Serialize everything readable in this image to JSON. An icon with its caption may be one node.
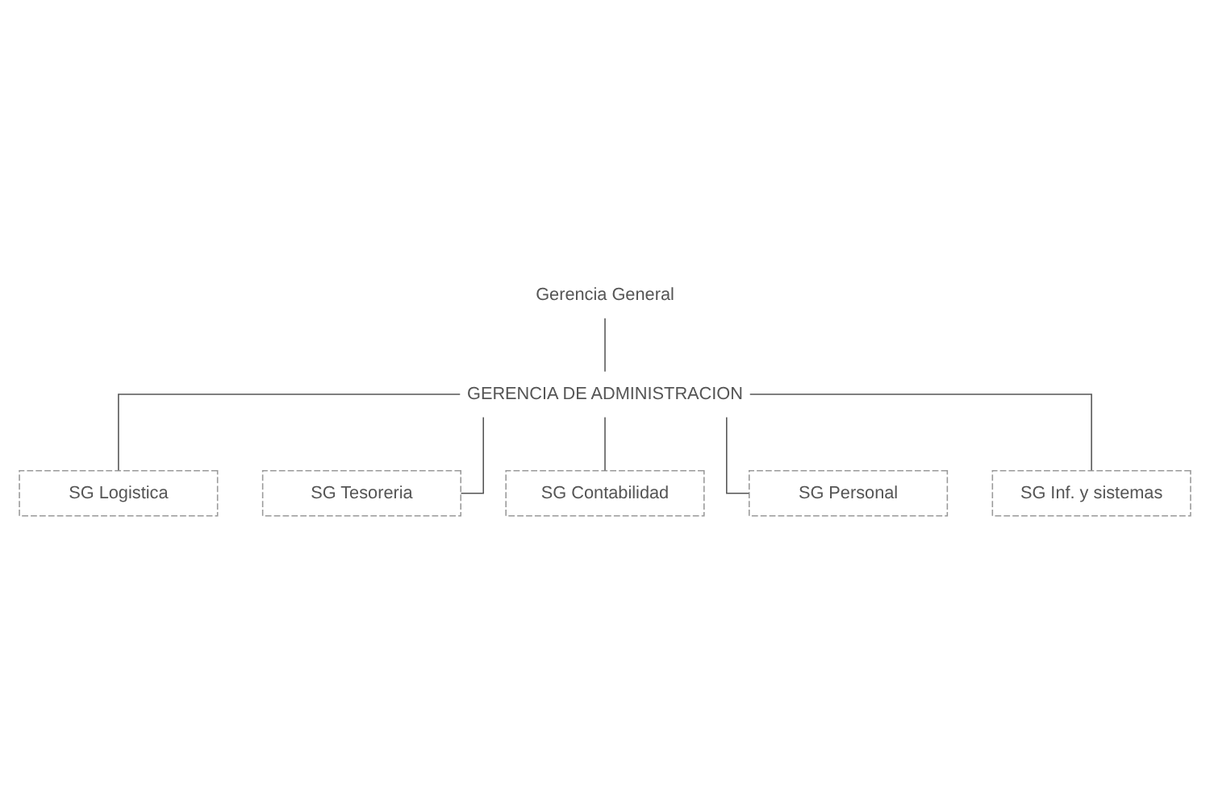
{
  "diagram": {
    "nodes": [
      {
        "text": [
          "Gerencia General"
        ]
      },
      {
        "text": [
          "GERENCIA DE ADMINISTRACION"
        ]
      },
      {
        "text": [
          "SG Logistica"
        ]
      },
      {
        "text": [
          "SG Tesoreria"
        ]
      },
      {
        "text": [
          "SG Contabilidad"
        ]
      },
      {
        "text": [
          "SG Personal"
        ]
      },
      {
        "text": [
          "SG Inf. y sistemas"
        ]
      }
    ],
    "edges": [
      {
        "from": 0,
        "to": 1,
        "arrow": "none"
      },
      {
        "from": 1,
        "to": 2,
        "arrow": "none"
      },
      {
        "from": 1,
        "to": 3,
        "arrow": "none"
      },
      {
        "from": 1,
        "to": 4,
        "arrow": "none"
      },
      {
        "from": 1,
        "to": 5,
        "arrow": "none"
      },
      {
        "from": 1,
        "to": 6,
        "arrow": "none"
      }
    ]
  }
}
